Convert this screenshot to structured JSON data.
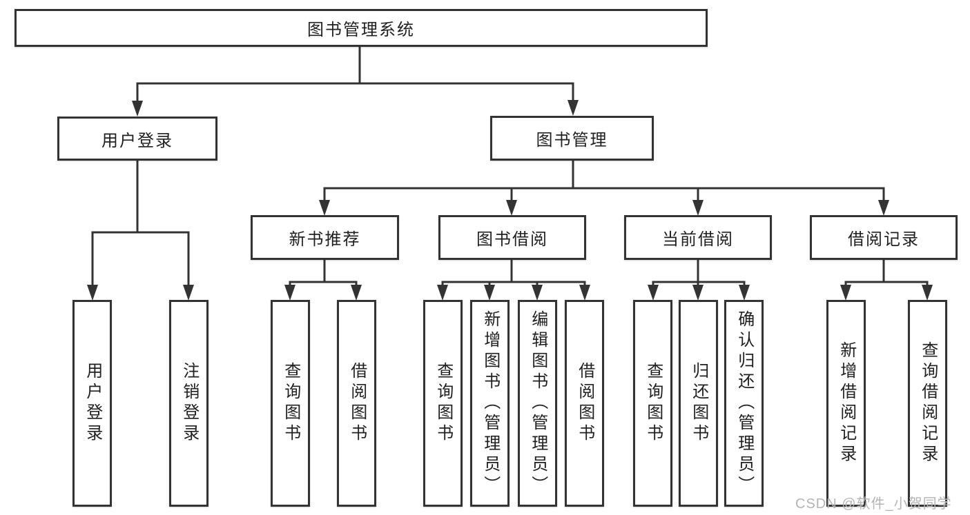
{
  "diagram_type": "hierarchy-tree",
  "tree": {
    "label": "图书管理系统",
    "children": [
      {
        "label": "用户登录",
        "children": [
          {
            "label": "用户登录"
          },
          {
            "label": "注销登录"
          }
        ]
      },
      {
        "label": "图书管理",
        "children": [
          {
            "label": "新书推荐",
            "children": [
              {
                "label": "查询图书"
              },
              {
                "label": "借阅图书"
              }
            ]
          },
          {
            "label": "图书借阅",
            "children": [
              {
                "label": "查询图书"
              },
              {
                "label": "新增图书（管理员）"
              },
              {
                "label": "编辑图书（管理员）"
              },
              {
                "label": "借阅图书"
              }
            ]
          },
          {
            "label": "当前借阅",
            "children": [
              {
                "label": "查询图书"
              },
              {
                "label": "归还图书"
              },
              {
                "label": "确认归还（管理员）"
              }
            ]
          },
          {
            "label": "借阅记录",
            "children": [
              {
                "label": "新增借阅记录"
              },
              {
                "label": "查询借阅记录"
              }
            ]
          }
        ]
      }
    ]
  },
  "watermark": "CSDN @软件_小贺同学",
  "colors": {
    "line": "#333333",
    "box_border": "#333333",
    "text": "#1f1f1f",
    "background": "#ffffff",
    "watermark": "#b4b4b4"
  }
}
